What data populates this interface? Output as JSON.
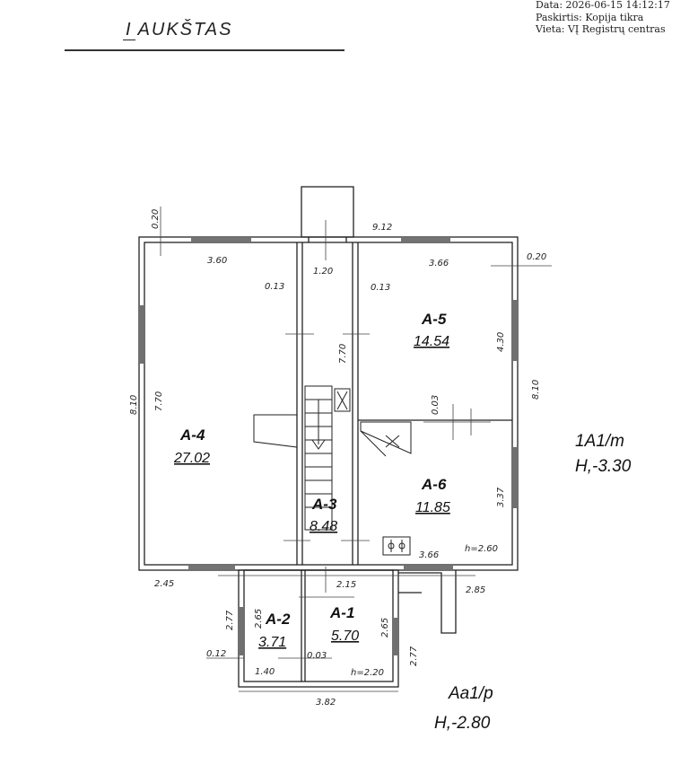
{
  "stamp": {
    "date": "Data: 2026-06-15 14:12:17",
    "purpose": "Paskirtis: Kopija tikra",
    "place": "Vieta: VĮ Registrų centras"
  },
  "floor": {
    "numeral": "I",
    "name": "AUKŠTAS"
  },
  "rooms": [
    {
      "id": "A-4",
      "area": "27.02"
    },
    {
      "id": "A-3",
      "area": "8.48"
    },
    {
      "id": "A-5",
      "area": "14.54"
    },
    {
      "id": "A-6",
      "area": "11.85"
    },
    {
      "id": "A-2",
      "area": "3.71"
    },
    {
      "id": "A-1",
      "area": "5.70"
    }
  ],
  "dims": {
    "d_020_tl": "0.20",
    "d_912": "9.12",
    "d_360": "3.60",
    "d_120": "1.20",
    "d_366_top": "3.66",
    "d_020_r": "0.20",
    "d_013_l": "0.13",
    "d_013_r": "0.13",
    "d_770_c": "7.70",
    "d_430": "4.30",
    "d_810_l": "8.10",
    "d_770_l": "7.70",
    "d_810_r": "8.10",
    "d_003_m": "0.03",
    "d_337": "3.37",
    "d_366_bot": "3.66",
    "d_h260": "h=2.60",
    "d_245": "2.45",
    "d_215": "2.15",
    "d_285": "2.85",
    "d_277_l": "2.77",
    "d_265_l": "2.65",
    "d_012": "0.12",
    "d_140": "1.40",
    "d_003_b": "0.03",
    "d_h220": "h=2.20",
    "d_265_r": "2.65",
    "d_277_r": "2.77",
    "d_382": "3.82"
  },
  "index_main": {
    "label": "1A1/m",
    "height": "H,-3.30"
  },
  "index_annex": {
    "label": "Aa1/p",
    "height": "H,-2.80"
  }
}
